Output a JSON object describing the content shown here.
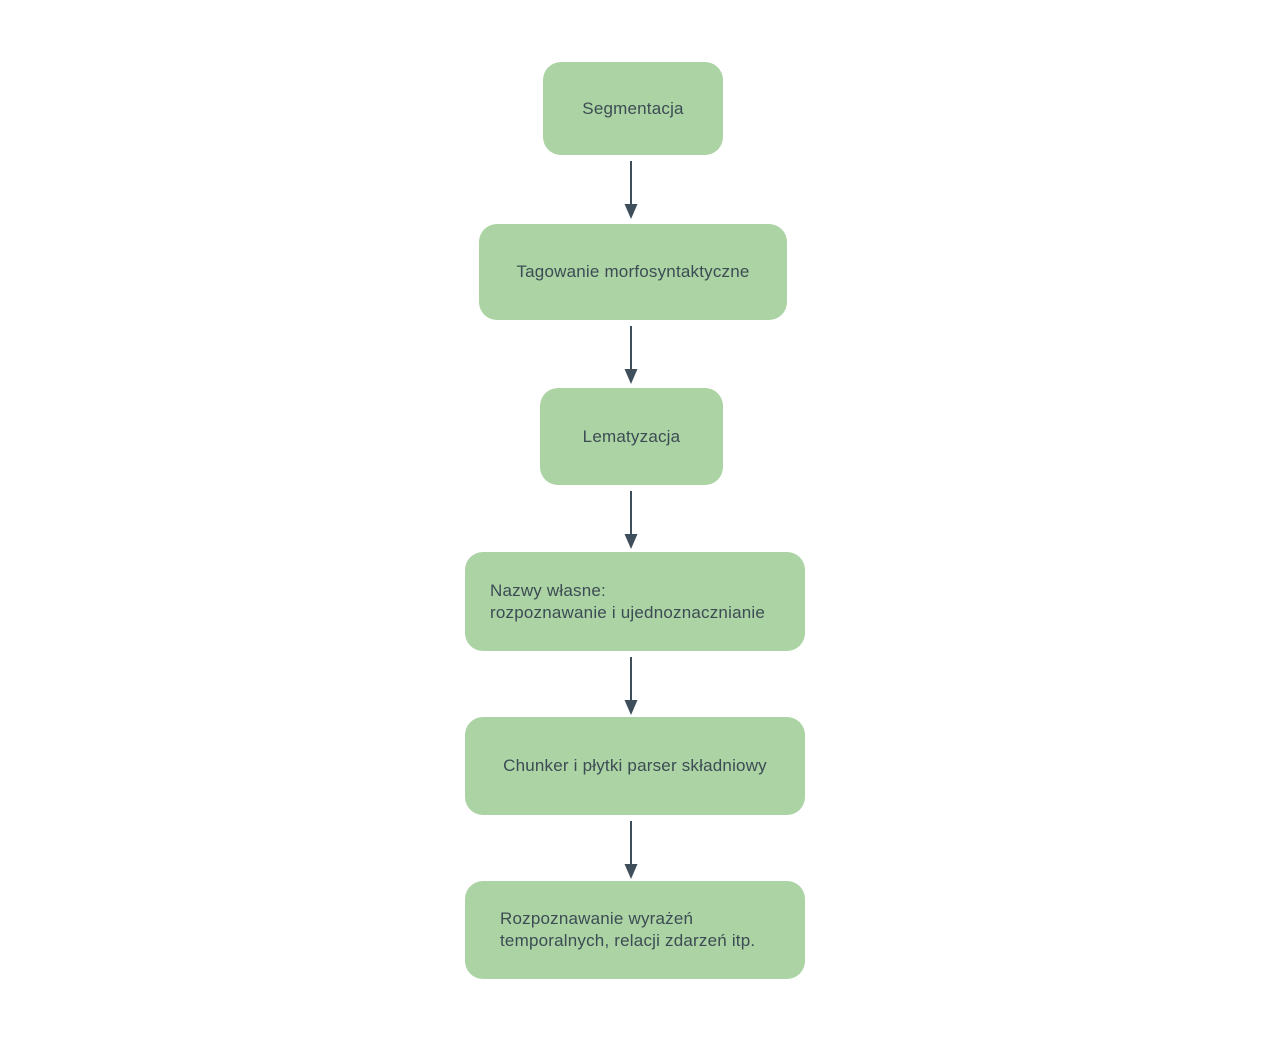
{
  "diagram": {
    "type": "flowchart",
    "direction": "top-to-bottom",
    "colors": {
      "node_fill": "#acd3a4",
      "node_text": "#3c4c54",
      "arrow": "#3e4e5a",
      "background": "#ffffff"
    },
    "nodes": [
      {
        "id": "node-1",
        "lines": [
          "Segmentacja"
        ]
      },
      {
        "id": "node-2",
        "lines": [
          "Tagowanie morfosyntaktyczne"
        ]
      },
      {
        "id": "node-3",
        "lines": [
          "Lematyzacja"
        ]
      },
      {
        "id": "node-4",
        "lines": [
          "Nazwy własne:",
          "rozpoznawanie i ujednoznacznianie"
        ]
      },
      {
        "id": "node-5",
        "lines": [
          "Chunker i płytki parser składniowy"
        ]
      },
      {
        "id": "node-6",
        "lines": [
          "Rozpoznawanie wyrażeń",
          "temporalnych, relacji zdarzeń itp."
        ]
      }
    ],
    "connectors": [
      {
        "from": "node-1",
        "to": "node-2"
      },
      {
        "from": "node-2",
        "to": "node-3"
      },
      {
        "from": "node-3",
        "to": "node-4"
      },
      {
        "from": "node-4",
        "to": "node-5"
      },
      {
        "from": "node-5",
        "to": "node-6"
      }
    ]
  }
}
